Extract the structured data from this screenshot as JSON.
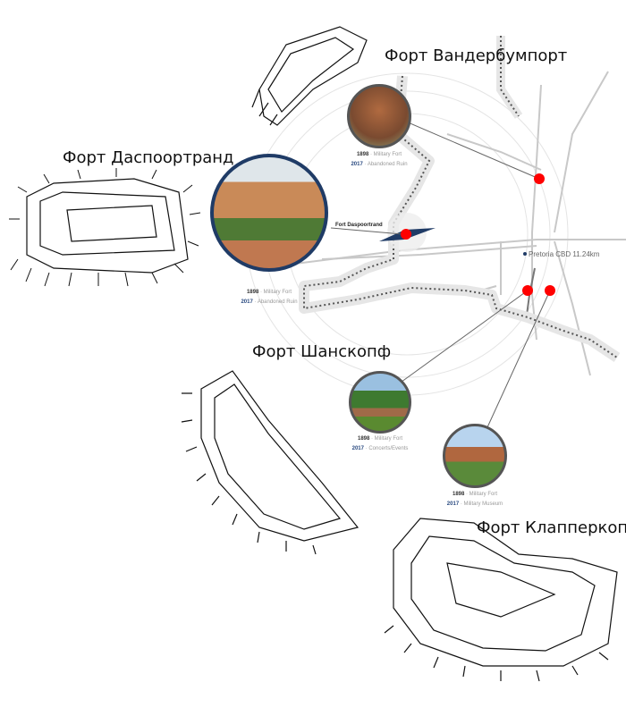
{
  "forts": [
    {
      "title": "Форт Вандербумпорт",
      "year1": "1898",
      "use1": "Military Fort",
      "year2": "2017",
      "use2": "Abandoned Ruin"
    },
    {
      "title": "Форт Даспоортранд",
      "year1": "1898",
      "use1": "Military Fort",
      "year2": "2017",
      "use2": "Abandoned Ruin",
      "map_label": "Fort Daspoortrand"
    },
    {
      "title": "Форт Шанскопф",
      "year1": "1898",
      "use1": "Military Fort",
      "year2": "2017",
      "use2": "Concerts/Events"
    },
    {
      "title": "Форт Клапперкоп",
      "year1": "1898",
      "use1": "Military Fort",
      "year2": "2017",
      "use2": "Military Museum"
    }
  ],
  "map": {
    "cbd_label": "Pretoria CBD 11.24km",
    "marker_color": "#ff0000",
    "accent": "#1f3b66"
  }
}
